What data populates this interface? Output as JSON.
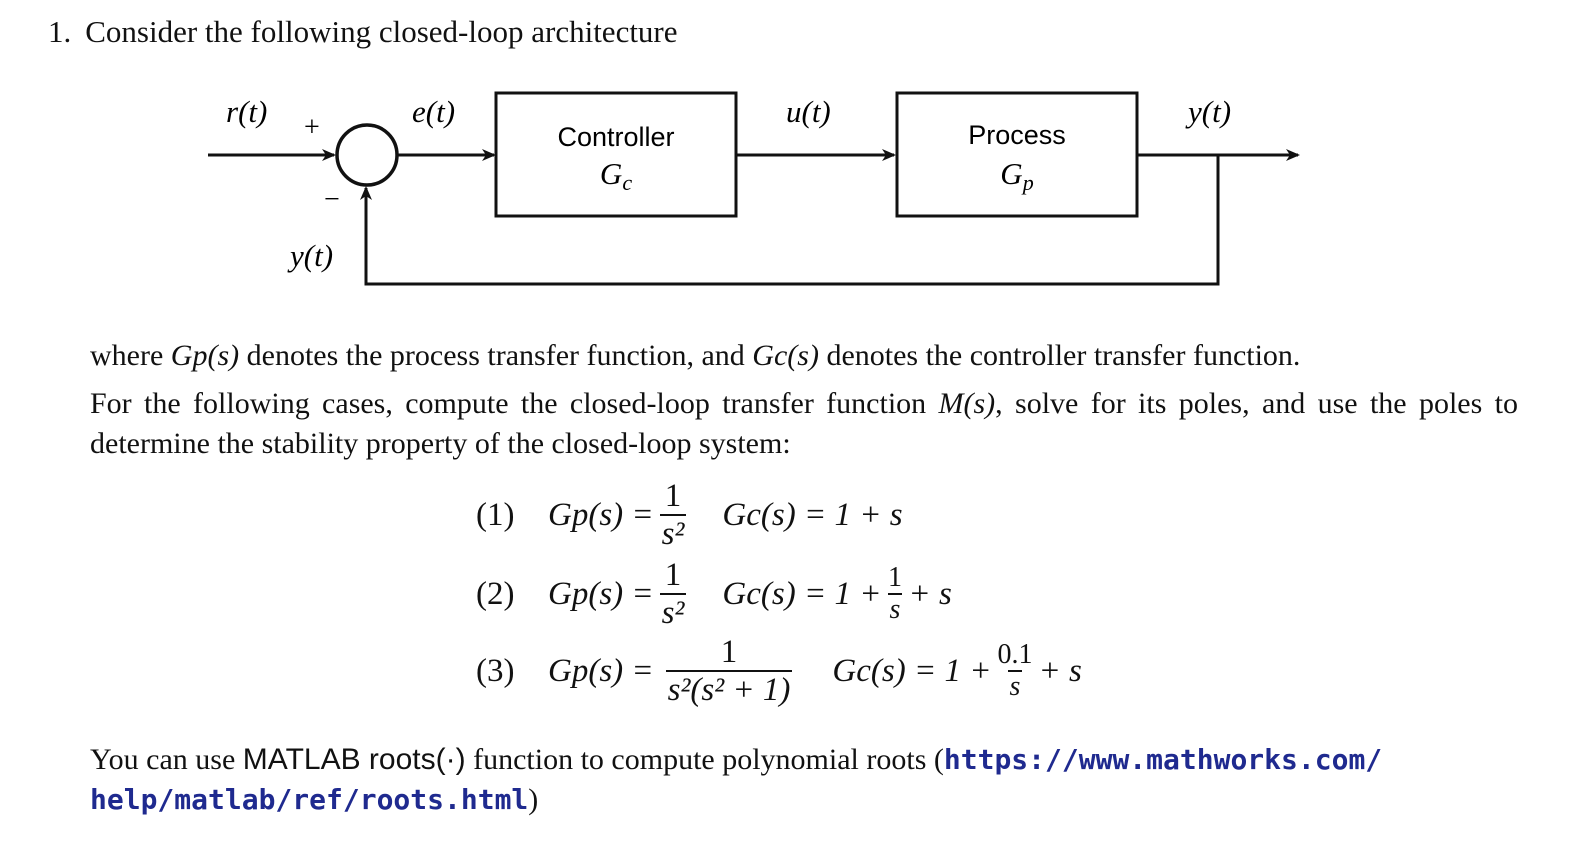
{
  "problem": {
    "number": "1.",
    "prompt": "Consider the following closed-loop architecture"
  },
  "diagram": {
    "signal_r": "r(t)",
    "signal_e": "e(t)",
    "signal_u": "u(t)",
    "signal_y_out": "y(t)",
    "signal_y_feedback": "y(t)",
    "plus_sign": "+",
    "minus_sign": "−",
    "controller_title": "Controller",
    "controller_symbol": "Gc",
    "process_title": "Process",
    "process_symbol": "Gp"
  },
  "text": {
    "where_1": "where ",
    "gp_s": "Gp(s)",
    "where_2": " denotes the process transfer function, and ",
    "gc_s": "Gc(s)",
    "where_3": " denotes the controller transfer function.",
    "cases_1": "For the following cases, compute the closed-loop transfer function ",
    "m_s": "M(s)",
    "cases_2": ", solve for its poles, and use the poles to determine the stability property of the closed-loop system:",
    "matlab_1": "You can use ",
    "matlab_word": "MATLAB roots(·)",
    "matlab_2": " function to compute polynomial roots (",
    "url_1": "https://www.mathworks.com/",
    "url_2": "help/matlab/ref/roots.html",
    "matlab_3": ")"
  },
  "cases": [
    {
      "label": "(1)",
      "gp_lhs": "Gp(s) =",
      "gp_num": "1",
      "gp_den": "s²",
      "gc_lhs": "Gc(s) = 1 + s",
      "gc_frac_num": "",
      "gc_frac_den": "",
      "gc_tail": ""
    },
    {
      "label": "(2)",
      "gp_lhs": "Gp(s) =",
      "gp_num": "1",
      "gp_den": "s²",
      "gc_lhs": "Gc(s) = 1 +",
      "gc_frac_num": "1",
      "gc_frac_den": "s",
      "gc_tail": "+ s"
    },
    {
      "label": "(3)",
      "gp_lhs": "Gp(s) =",
      "gp_num": "1",
      "gp_den": "s²(s² + 1)",
      "gc_lhs": "Gc(s) = 1 +",
      "gc_frac_num": "0.1",
      "gc_frac_den": "s",
      "gc_tail": "+ s"
    }
  ]
}
